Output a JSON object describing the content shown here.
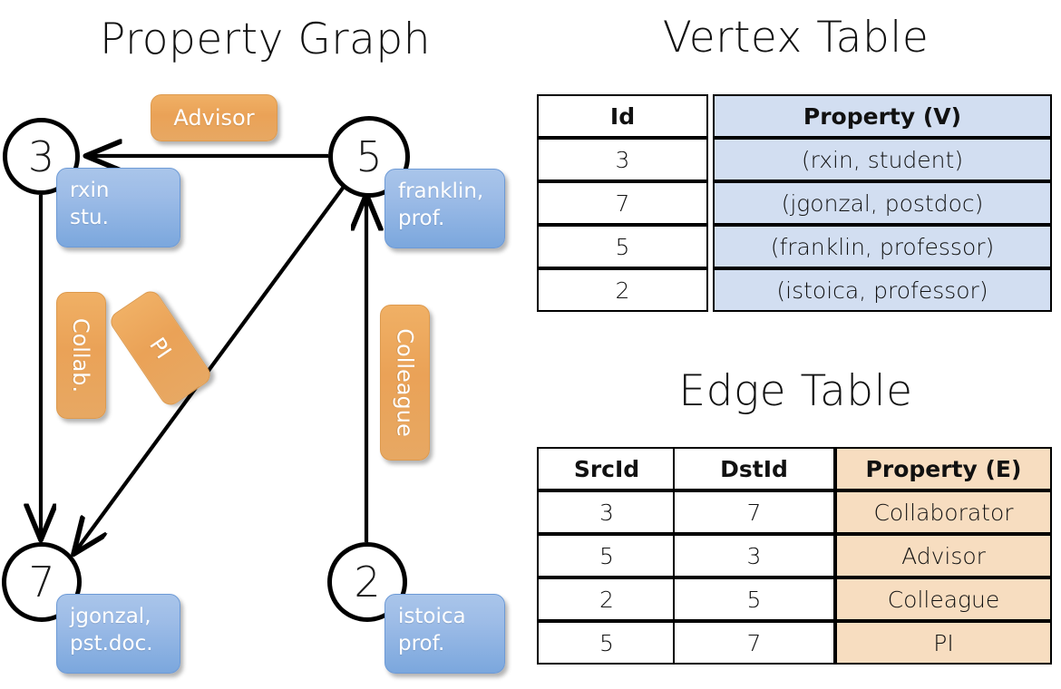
{
  "titles": {
    "property_graph": "Property Graph",
    "vertex_table": "Vertex Table",
    "edge_table": "Edge Table"
  },
  "colors": {
    "vertex_box": "#9dbce7",
    "edge_box": "#eaa257",
    "vertex_table_shade": "#d2def1",
    "edge_table_shade": "#f7ddc0",
    "stroke": "#000000",
    "background": "#ffffff"
  },
  "graph": {
    "nodes": [
      {
        "id": "3",
        "label": "3",
        "property_lines": [
          "rxin",
          "stu."
        ]
      },
      {
        "id": "5",
        "label": "5",
        "property_lines": [
          "franklin,",
          "prof."
        ]
      },
      {
        "id": "7",
        "label": "7",
        "property_lines": [
          "jgonzal,",
          "pst.doc."
        ]
      },
      {
        "id": "2",
        "label": "2",
        "property_lines": [
          "istoica",
          "prof."
        ]
      }
    ],
    "edge_labels": [
      {
        "id": "advisor",
        "text": "Advisor",
        "orientation": "horizontal"
      },
      {
        "id": "collab",
        "text": "Collab.",
        "orientation": "vertical"
      },
      {
        "id": "pi",
        "text": "PI",
        "orientation": "diagonal"
      },
      {
        "id": "colleague",
        "text": "Colleague",
        "orientation": "vertical"
      }
    ],
    "edges": [
      {
        "from": "5",
        "to": "3",
        "label": "Advisor"
      },
      {
        "from": "3",
        "to": "7",
        "label": "Collab."
      },
      {
        "from": "5",
        "to": "7",
        "label": "PI"
      },
      {
        "from": "2",
        "to": "5",
        "label": "Colleague"
      }
    ]
  },
  "vertex_table": {
    "headers": [
      "Id",
      "Property (V)"
    ],
    "rows": [
      {
        "id": "3",
        "property": "(rxin, student)"
      },
      {
        "id": "7",
        "property": "(jgonzal, postdoc)"
      },
      {
        "id": "5",
        "property": "(franklin, professor)"
      },
      {
        "id": "2",
        "property": "(istoica, professor)"
      }
    ]
  },
  "edge_table": {
    "headers": [
      "SrcId",
      "DstId",
      "Property (E)"
    ],
    "rows": [
      {
        "src": "3",
        "dst": "7",
        "property": "Collaborator"
      },
      {
        "src": "5",
        "dst": "3",
        "property": "Advisor"
      },
      {
        "src": "2",
        "dst": "5",
        "property": "Colleague"
      },
      {
        "src": "5",
        "dst": "7",
        "property": "PI"
      }
    ]
  }
}
